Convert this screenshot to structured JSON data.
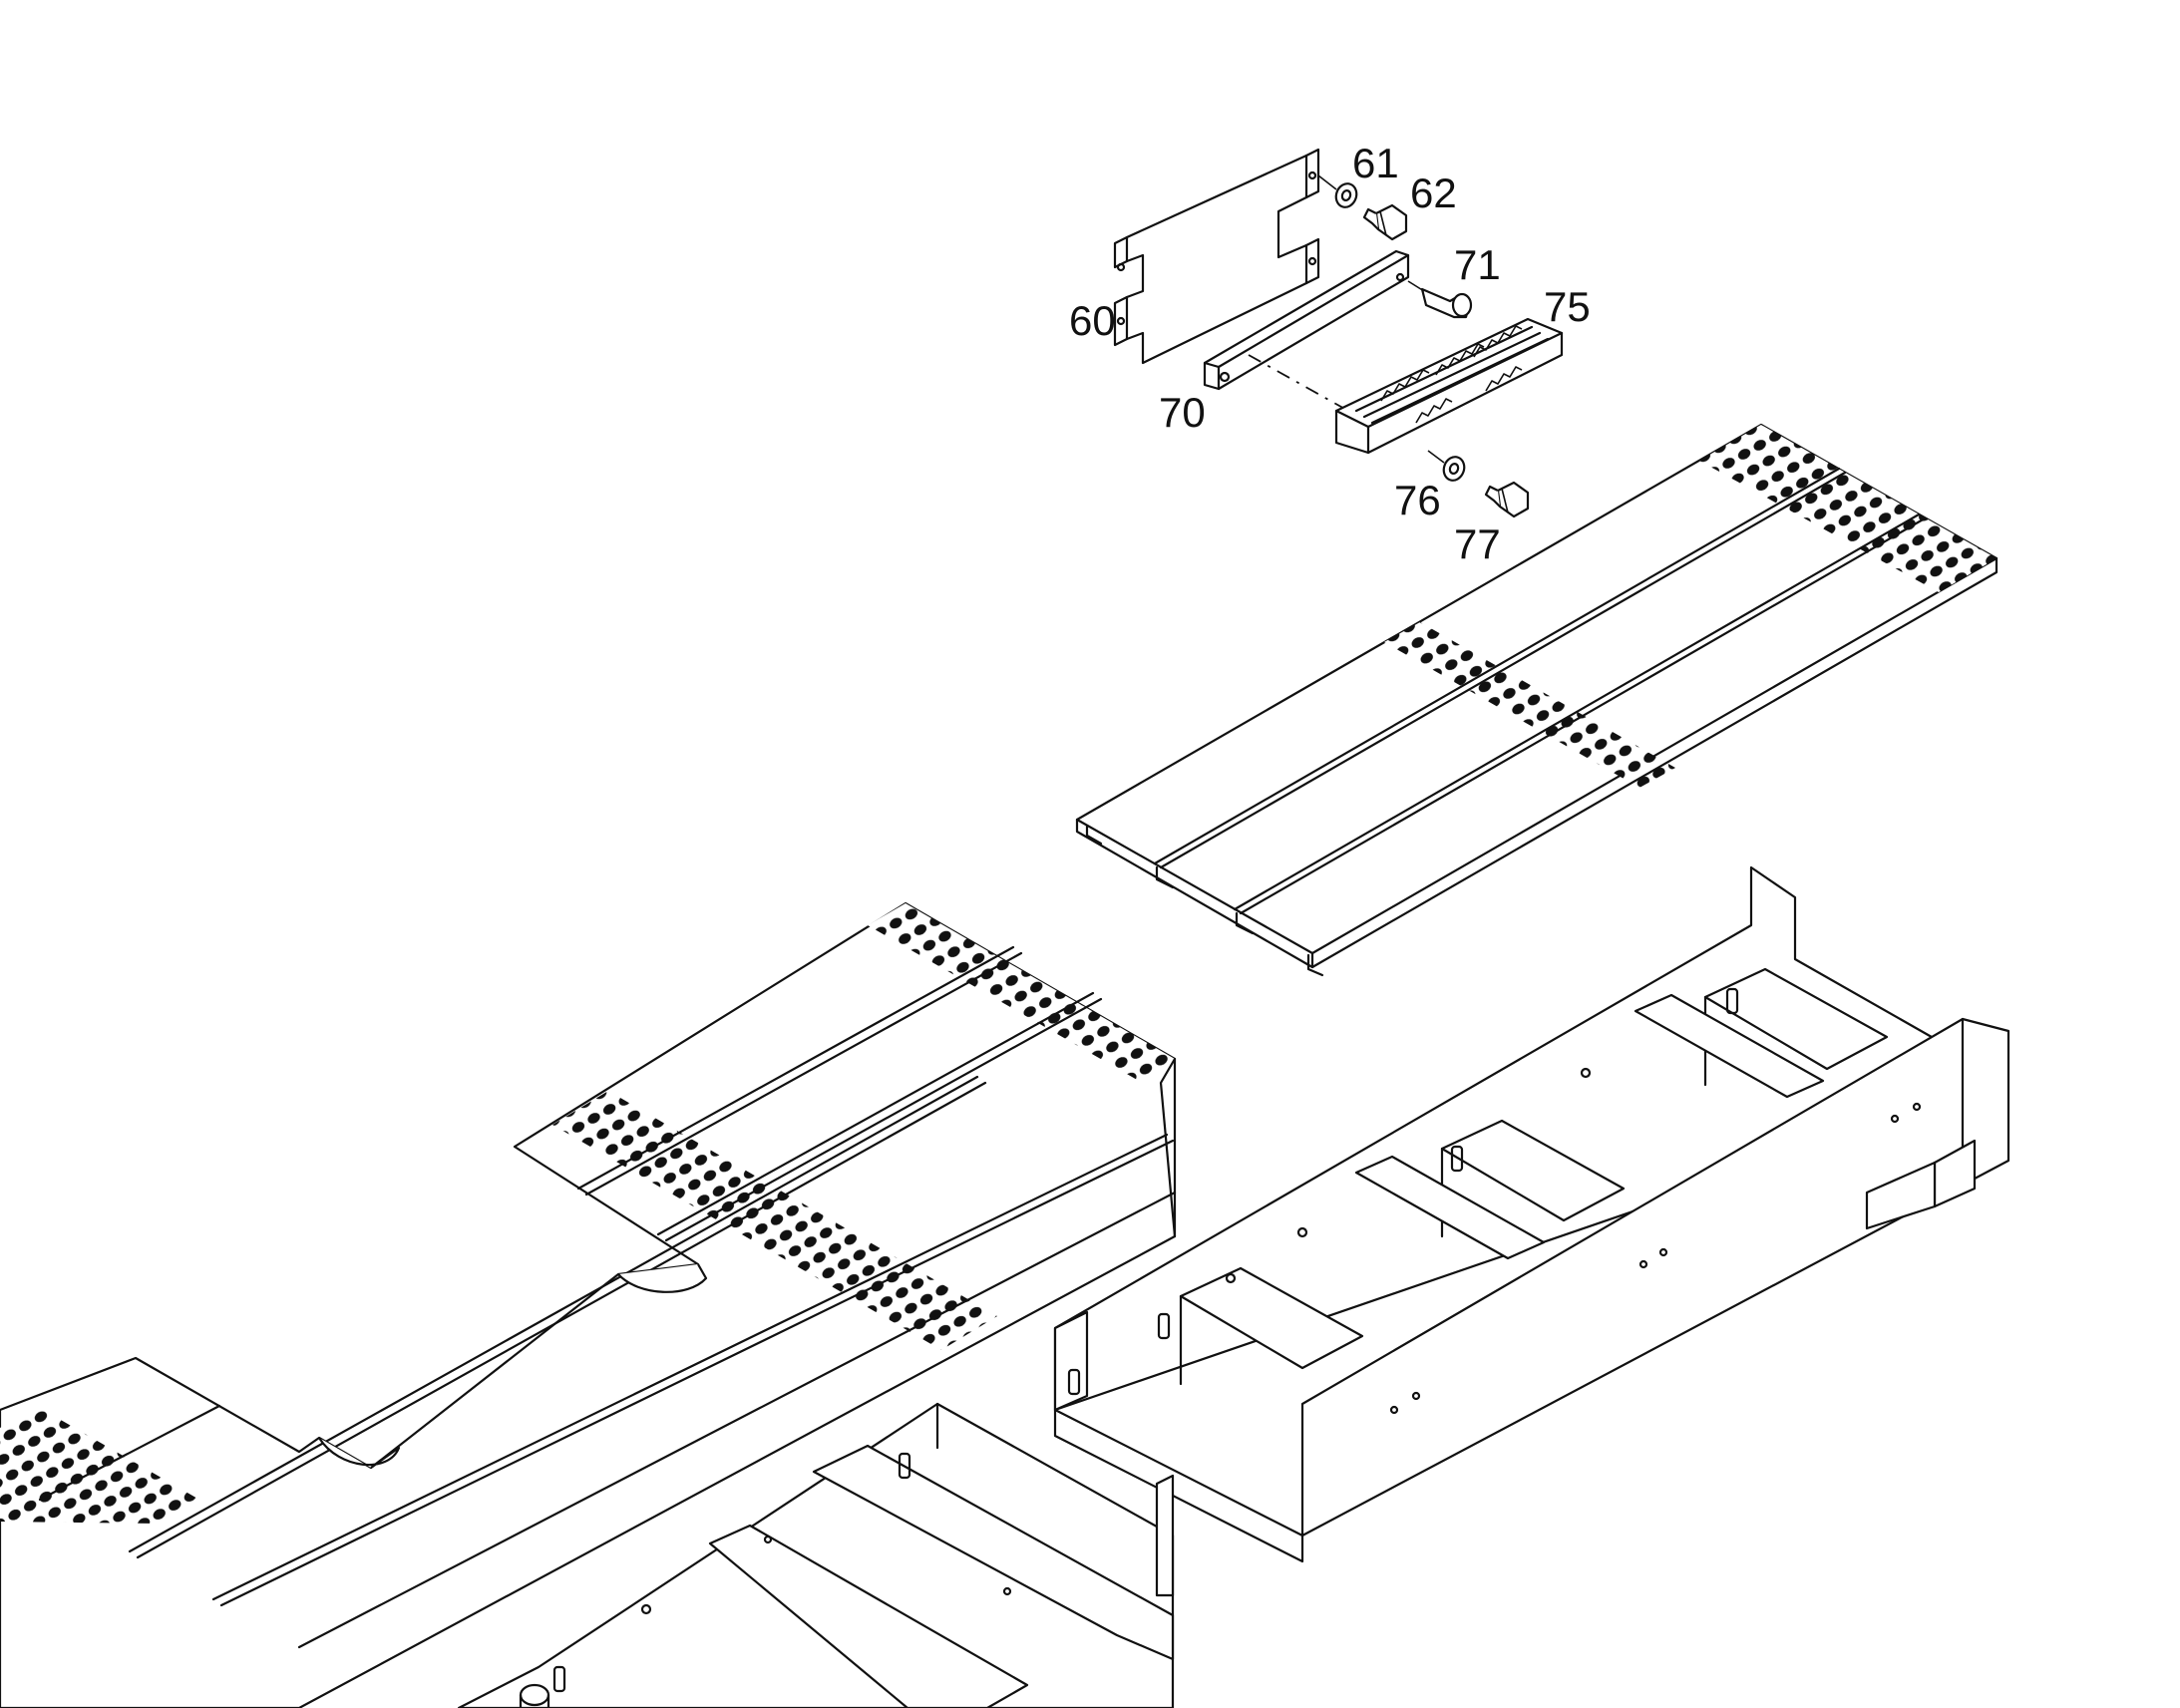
{
  "callouts": {
    "c60": "60",
    "c61": "61",
    "c62": "62",
    "c70": "70",
    "c71": "71",
    "c75": "75",
    "c76": "76",
    "c77": "77"
  },
  "colors": {
    "line": "#111111",
    "background": "#ffffff"
  }
}
